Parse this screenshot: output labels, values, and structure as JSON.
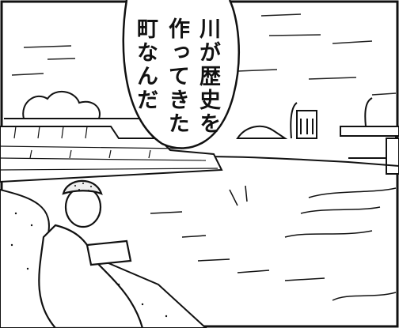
{
  "speech_bubble": {
    "lines": [
      "川が歴史を",
      "作ってきた",
      "町なんだ"
    ]
  }
}
